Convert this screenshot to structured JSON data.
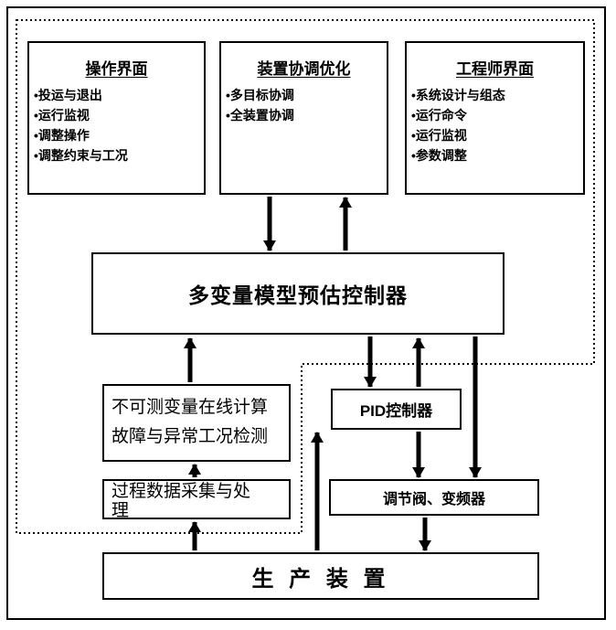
{
  "diagram": {
    "boxes": {
      "operator_ui": {
        "title": "操作界面",
        "items": [
          "•投运与退出",
          "•运行监视",
          "•调整操作",
          "•调整约束与工况"
        ]
      },
      "coordination": {
        "title": "装置协调优化",
        "items": [
          "•多目标协调",
          "•全装置协调"
        ]
      },
      "engineer_ui": {
        "title": "工程师界面",
        "items": [
          "•系统设计与组态",
          "•运行命令",
          "•运行监视",
          "•参数调整"
        ]
      },
      "mpc": {
        "label": "多变量模型预估控制器"
      },
      "estimator": {
        "lines": [
          "不可测变量在线计算",
          "故障与异常工况检测"
        ]
      },
      "pid": {
        "label": "PID控制器"
      },
      "data_acq": {
        "label": "过程数据采集与处理"
      },
      "actuator": {
        "label": "调节阀、变频器"
      },
      "plant": {
        "label": "生 产 装 置"
      }
    },
    "colors": {
      "line": "#000000",
      "background": "#ffffff"
    }
  }
}
